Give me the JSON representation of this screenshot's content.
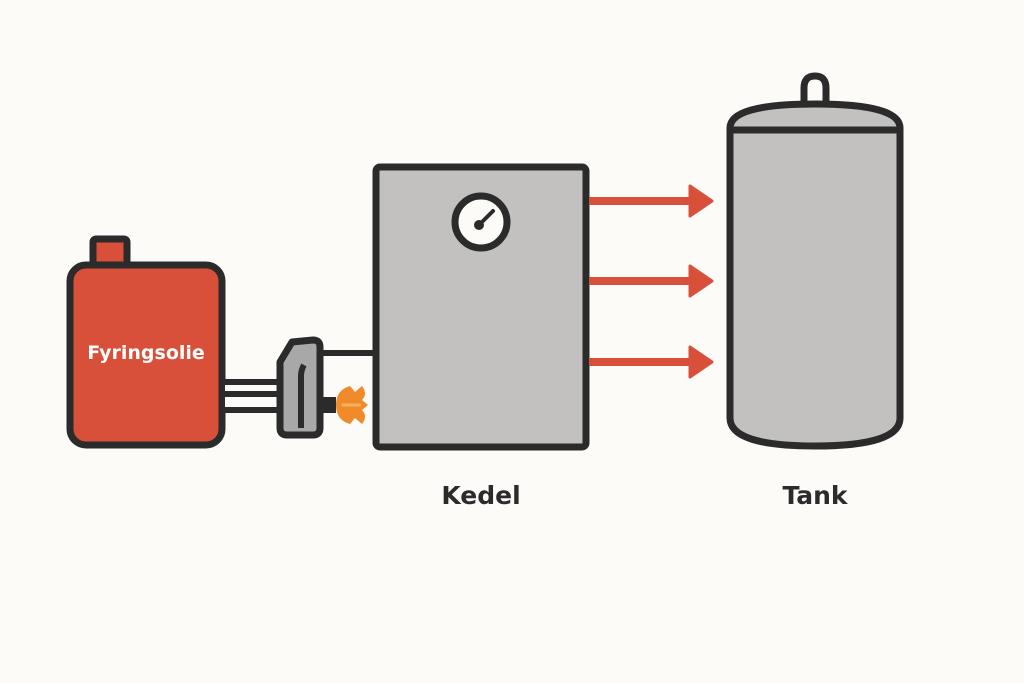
{
  "diagram": {
    "title": "",
    "colors": {
      "background": "#fdfbf8",
      "outline": "#2b2b2b",
      "oil_tank_fill": "#d9503a",
      "equipment_fill": "#c2c1c0",
      "burner_fill": "#a8a8a8",
      "flame": "#f08a2a",
      "heat_arrow": "#d9503a",
      "gauge_face": "#fdfbf8"
    },
    "nodes": [
      {
        "id": "oil-tank",
        "label": "Fyringsolie",
        "icon": "fuel-canister-icon"
      },
      {
        "id": "burner",
        "label": "",
        "icon": "oil-burner-icon"
      },
      {
        "id": "boiler",
        "label": "Kedel",
        "icon": "boiler-icon"
      },
      {
        "id": "storage-tank",
        "label": "Tank",
        "icon": "storage-tank-icon"
      }
    ],
    "edges": [
      {
        "from": "oil-tank",
        "to": "burner",
        "type": "pipe"
      },
      {
        "from": "burner",
        "to": "boiler",
        "type": "pipe"
      },
      {
        "from": "boiler",
        "to": "storage-tank",
        "type": "heat-arrow",
        "count": 3
      }
    ],
    "labels": {
      "oil": "Fyringsolie",
      "boiler": "Kedel",
      "tank": "Tank"
    }
  }
}
